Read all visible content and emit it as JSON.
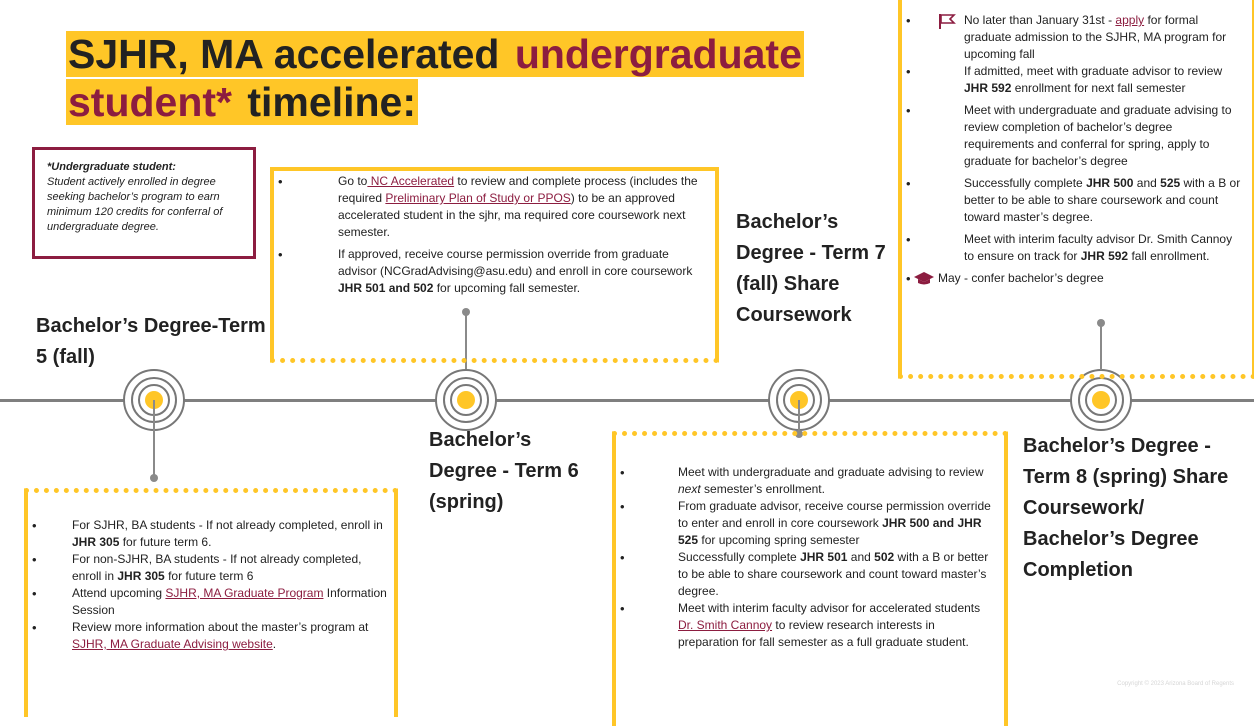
{
  "title": {
    "part1": "SJHR, MA accelerated ",
    "part2": "undergraduate",
    "part3": "student*",
    "part4": " timeline:"
  },
  "definition": {
    "heading": "*Undergraduate student:",
    "text": "Student actively enrolled in degree seeking bachelor’s program to earn minimum 120 credits for conferral of undergraduate degree."
  },
  "terms": {
    "t5": "Bachelor’s Degree-Term 5 (fall)",
    "t6": "Bachelor’s Degree - Term 6 (spring)",
    "t7": "Bachelor’s Degree - Term 7 (fall) Share Coursework",
    "t8": "Bachelor’s Degree - Term 8 (spring) Share Coursework/ Bachelor’s Degree Completion"
  },
  "box_term5": {
    "i1_a": "For SJHR, BA students - If not already completed, enroll in ",
    "i1_b": "JHR 305",
    "i1_c": " for future term 6.",
    "i2_a": "For non-SJHR, BA students - If not already completed, enroll in ",
    "i2_b": "JHR 305",
    "i2_c": " for future term 6",
    "i3_a": "Attend upcoming ",
    "i3_link": "SJHR, MA Graduate Program",
    "i3_c": " Information Session",
    "i4_a": "Review more information about the master’s program at ",
    "i4_link": "SJHR, MA Graduate Advising website",
    "i4_c": "."
  },
  "box_top_mid": {
    "i1_a": "Go to",
    "i1_link": " NC Accelerated",
    "i1_b": " to review and complete process (includes the required ",
    "i1_link2": "Preliminary Plan of Study or PPOS",
    "i1_c": ") to be an approved accelerated student in the sjhr, ma required core coursework next semester.",
    "i2_a": "If approved, receive course permission override from graduate advisor (",
    "i2_email": "NCGradAdvising@asu.edu",
    "i2_b": ") and enroll in core coursework ",
    "i2_bold": "JHR 501 and 502",
    "i2_c": " for upcoming fall semester."
  },
  "box_term6": {
    "i1_a": "Meet with undergraduate and graduate advising to review ",
    "i1_em": "next",
    "i1_b": " semester’s enrollment.",
    "i2_a": "From graduate advisor, receive course permission override to enter and enroll in core coursework ",
    "i2_bold": "JHR 500 and JHR 525",
    "i2_b": " for upcoming spring semester",
    "i3_a": "Successfully complete ",
    "i3_bold": "JHR 501",
    "i3_b": " and ",
    "i3_bold2": "502",
    "i3_c": " with a B or better to be able to share coursework and count toward master’s degree.",
    "i4_a": "Meet with interim faculty advisor for accelerated students ",
    "i4_link": "Dr. Smith Cannoy",
    "i4_b": " to review research interests in preparation for fall semester as a full graduate student."
  },
  "box_term7": {
    "i1_a": "No later than January 31st - ",
    "i1_link": "apply",
    "i1_b": " for formal graduate admission to the SJHR, MA program for upcoming fall",
    "i2_a": "If admitted, meet with graduate advisor to review ",
    "i2_bold": "JHR 592",
    "i2_b": " enrollment for next fall semester",
    "i3": "Meet with undergraduate and graduate advising to review completion of bachelor’s degree requirements and conferral for spring, apply to graduate for bachelor’s degree",
    "i4_a": "Successfully complete ",
    "i4_bold": "JHR 500",
    "i4_b": " and ",
    "i4_bold2": "525",
    "i4_c": "  with a B or better to be able to share coursework and count toward master’s degree.",
    "i5_a": "Meet with interim faculty advisor Dr. Smith Cannoy to ensure on track for ",
    "i5_bold": "JHR 592",
    "i5_b": " fall enrollment.",
    "i6": "May  - confer bachelor’s degree"
  },
  "footer": "Copyright © 2023 Arizona Board of Regents",
  "icons": [
    "flag-icon",
    "graduation-cap-icon",
    "timeline-node-icon"
  ],
  "colors": {
    "gold": "#FFC627",
    "maroon": "#8C1D40",
    "line": "#7f7f7f"
  }
}
